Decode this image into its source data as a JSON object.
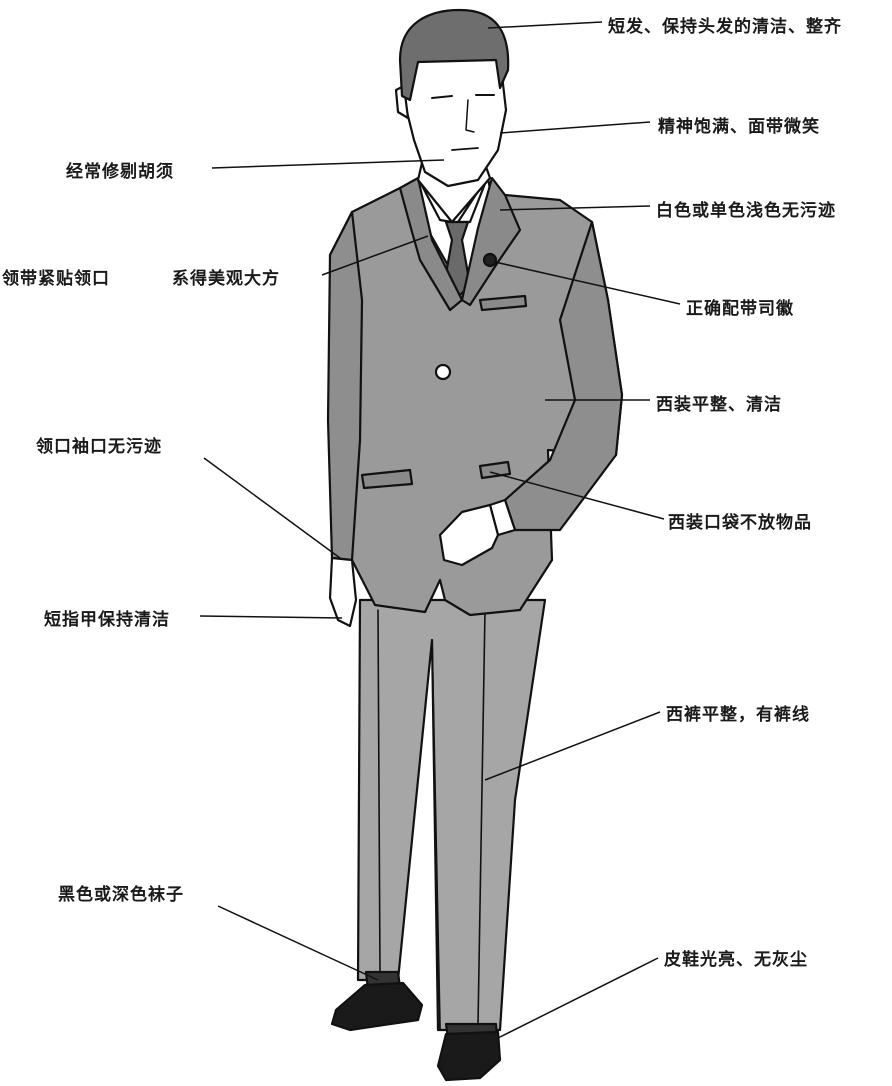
{
  "labels": {
    "hair": "短发、保持头发的清洁、整齐",
    "spirit": "精神饱满、面带微笑",
    "shave": "经常修剔胡须",
    "shirt": "白色或单色浅色无污迹",
    "tie_tight": "领带紧贴领口",
    "tie_nice": "系得美观大方",
    "badge": "正确配带司徽",
    "suit": "西装平整、清洁",
    "collar_cuff": "领口袖口无污迹",
    "pocket": "西装口袋不放物品",
    "nails": "短指甲保持清洁",
    "trousers": "西裤平整，有裤线",
    "socks": "黑色或深色袜子",
    "shoes": "皮鞋光亮、无灰尘"
  },
  "colors": {
    "suit": "#9a9a9a",
    "suit_shade": "#7c7c7c",
    "trousers": "#a6a6a6",
    "skin": "#ffffff",
    "hair": "#6e6e6e",
    "shoes": "#1a1a1a",
    "line": "#111111"
  }
}
